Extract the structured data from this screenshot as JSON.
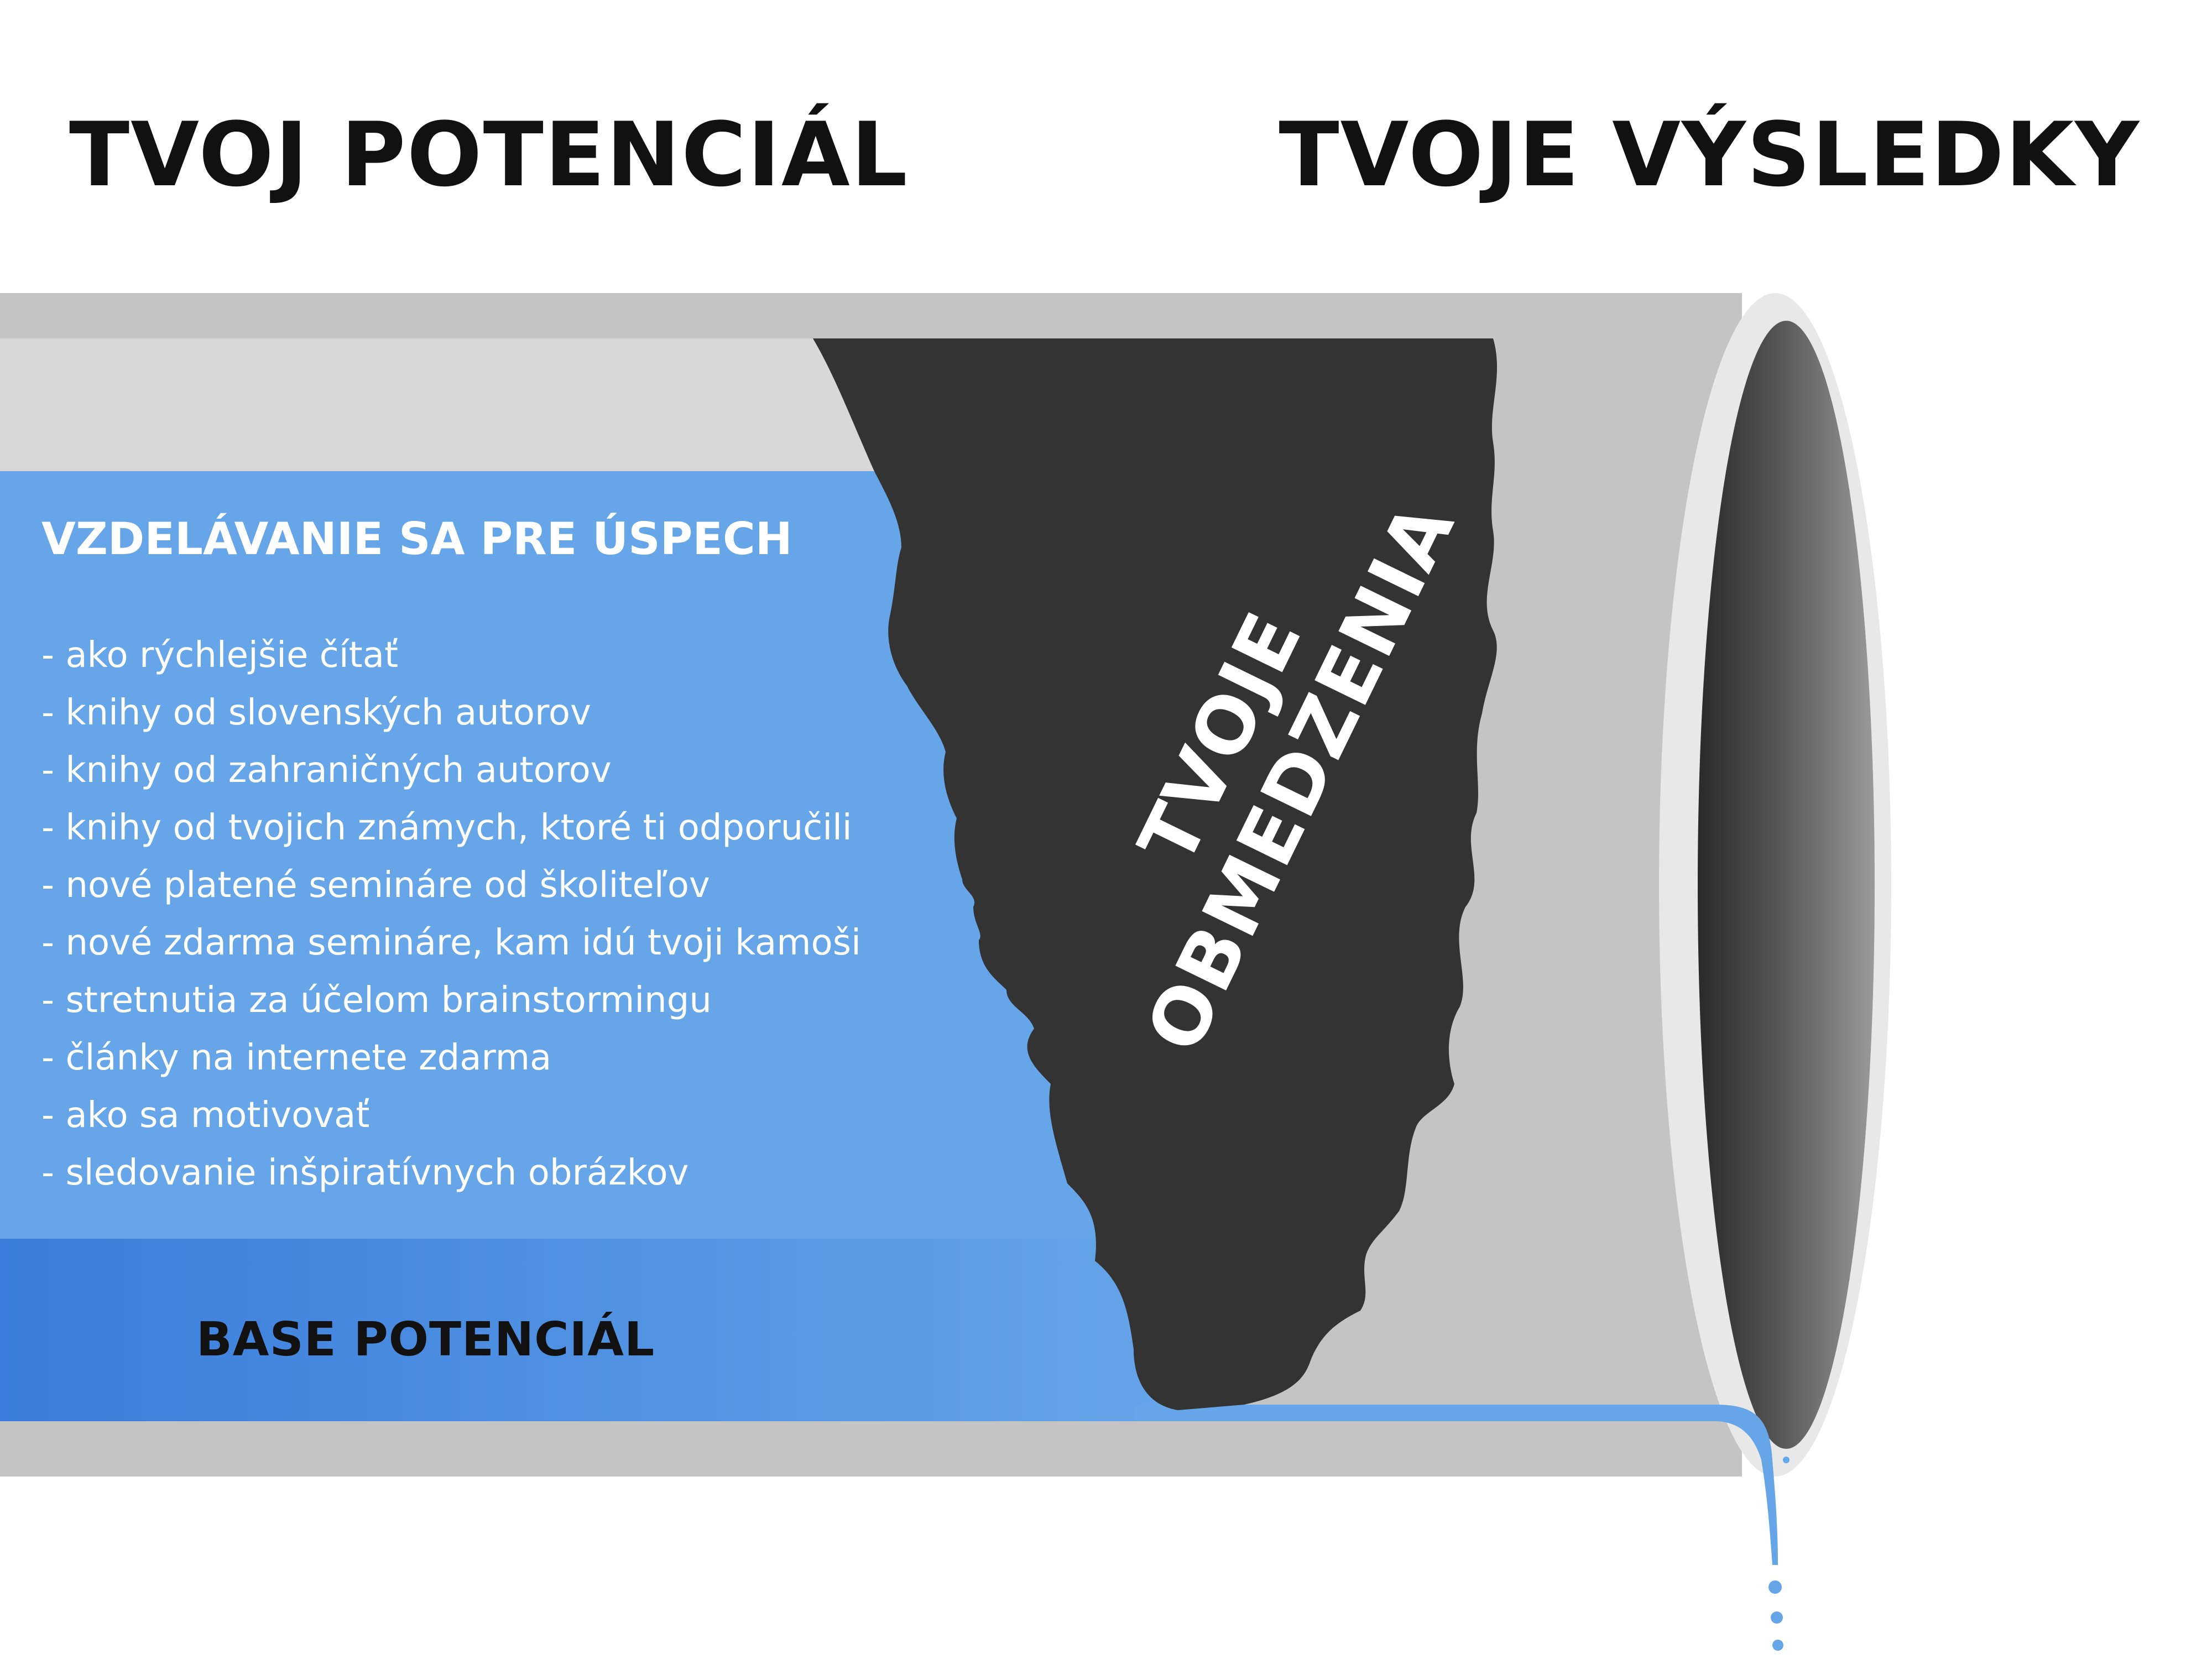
{
  "headings": {
    "left": "TVOJ POTENCIÁL",
    "right": "TVOJE VÝSLEDKY"
  },
  "learning": {
    "title": "VZDELÁVANIE SA PRE ÚSPECH",
    "items": [
      "- ako rýchlejšie čítať",
      "- knihy od slovenských autorov",
      "- knihy od zahraničných autorov",
      "- knihy od tvojich známych, ktoré ti odporučili",
      "- nové platené semináre od školiteľov",
      "- nové zdarma semináre, kam idú tvoji kamoši",
      "- stretnutia za účelom brainstormingu",
      "- články na internete zdarma",
      "- ako sa motivovať",
      "- sledovanie inšpiratívnych obrázkov"
    ]
  },
  "base": "BASE POTENCIÁL",
  "limits": {
    "line1": "TVOJE",
    "line2": "OBMEDZENIA"
  },
  "colors": {
    "pipe_outer": "#c4c4c4",
    "pipe_inner_top": "#d8d8d8",
    "water_light": "#66a5e8",
    "water_dark": "#3a7ddc",
    "blockage": "#333333",
    "rim": "#e8e8e8"
  }
}
